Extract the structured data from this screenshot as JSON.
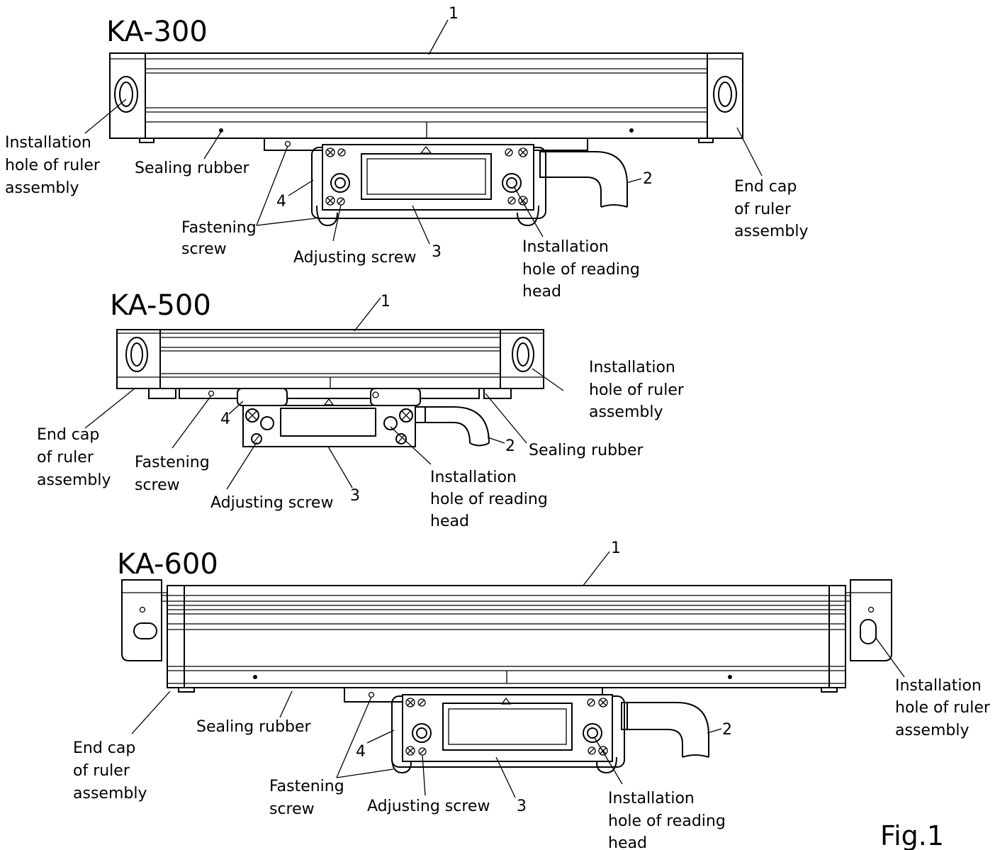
{
  "figure_label": "Fig.1",
  "ka300": {
    "model": "KA-300",
    "callout_1": "1",
    "callout_2": "2",
    "callout_3": "3",
    "callout_4": "4",
    "install_ruler": [
      "Installation",
      "hole of ruler",
      "assembly"
    ],
    "sealing": "Sealing rubber",
    "fastening": [
      "Fastening",
      "screw"
    ],
    "adjusting": "Adjusting screw",
    "install_head": [
      "Installation",
      "hole of reading",
      "head"
    ],
    "end_cap": [
      "End cap",
      "of ruler",
      "assembly"
    ]
  },
  "ka500": {
    "model": "KA-500",
    "callout_1": "1",
    "callout_2": "2",
    "callout_3": "3",
    "callout_4": "4",
    "install_ruler": [
      "Installation",
      "hole of ruler",
      "assembly"
    ],
    "sealing": "Sealing rubber",
    "fastening": [
      "Fastening",
      "screw"
    ],
    "adjusting": "Adjusting screw",
    "install_head": [
      "Installation",
      "hole of reading",
      "head"
    ],
    "end_cap": [
      "End cap",
      "of ruler",
      "assembly"
    ]
  },
  "ka600": {
    "model": "KA-600",
    "callout_1": "1",
    "callout_2": "2",
    "callout_3": "3",
    "callout_4": "4",
    "install_ruler": [
      "Installation",
      "hole of ruler",
      "assembly"
    ],
    "sealing": "Sealing rubber",
    "fastening": [
      "Fastening",
      "screw"
    ],
    "adjusting": "Adjusting screw",
    "install_head": [
      "Installation",
      "hole of reading",
      "head"
    ],
    "end_cap": [
      "End cap",
      "of ruler",
      "assembly"
    ]
  }
}
